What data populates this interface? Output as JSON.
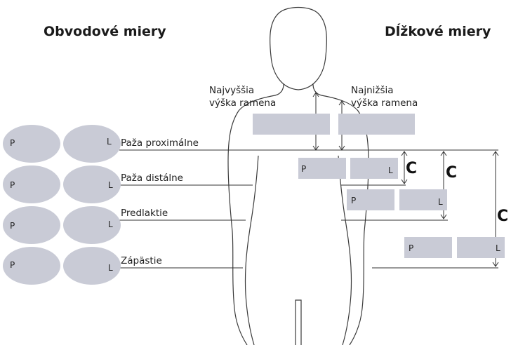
{
  "headings": {
    "circumference": "Obvodové miery",
    "length": "Dĺžkové miery"
  },
  "side_labels": {
    "right": "P",
    "left": "L"
  },
  "circumference_rows": [
    {
      "label": "Paža proximálne"
    },
    {
      "label": "Paža distálne"
    },
    {
      "label": "Predlaktie"
    },
    {
      "label": "Zápästie"
    }
  ],
  "shoulder": {
    "highest": [
      "Najvyššia",
      "výška ramena"
    ],
    "lowest": [
      "Najnižšia",
      "výška ramena"
    ]
  },
  "c_marker": "C",
  "colors": {
    "fill": "#c9cbd6",
    "line": "#333333"
  }
}
